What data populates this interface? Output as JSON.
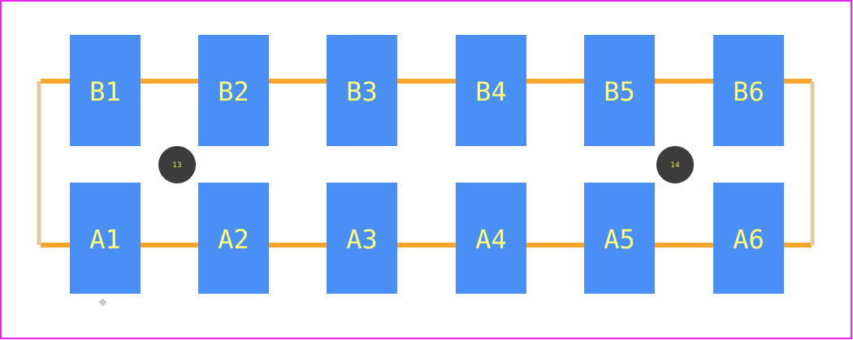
{
  "colors": {
    "border": "#ee22ee",
    "background": "#ffffff",
    "pad": "#4a8ff5",
    "pad_label": "#ffff77",
    "outline": "#f5a52a",
    "outline_side": "#e8c89a",
    "via": "#3c3c3c",
    "via_label": "#e8e84a",
    "marker": "#c8c8c8"
  },
  "pads": {
    "top": [
      "B1",
      "B2",
      "B3",
      "B4",
      "B5",
      "B6"
    ],
    "bottom": [
      "A1",
      "A2",
      "A3",
      "A4",
      "A5",
      "A6"
    ]
  },
  "vias": [
    {
      "label": "13",
      "icon": "via-circle"
    },
    {
      "label": "14",
      "icon": "via-circle"
    }
  ],
  "marker": {
    "icon": "pin1-diamond-icon"
  }
}
